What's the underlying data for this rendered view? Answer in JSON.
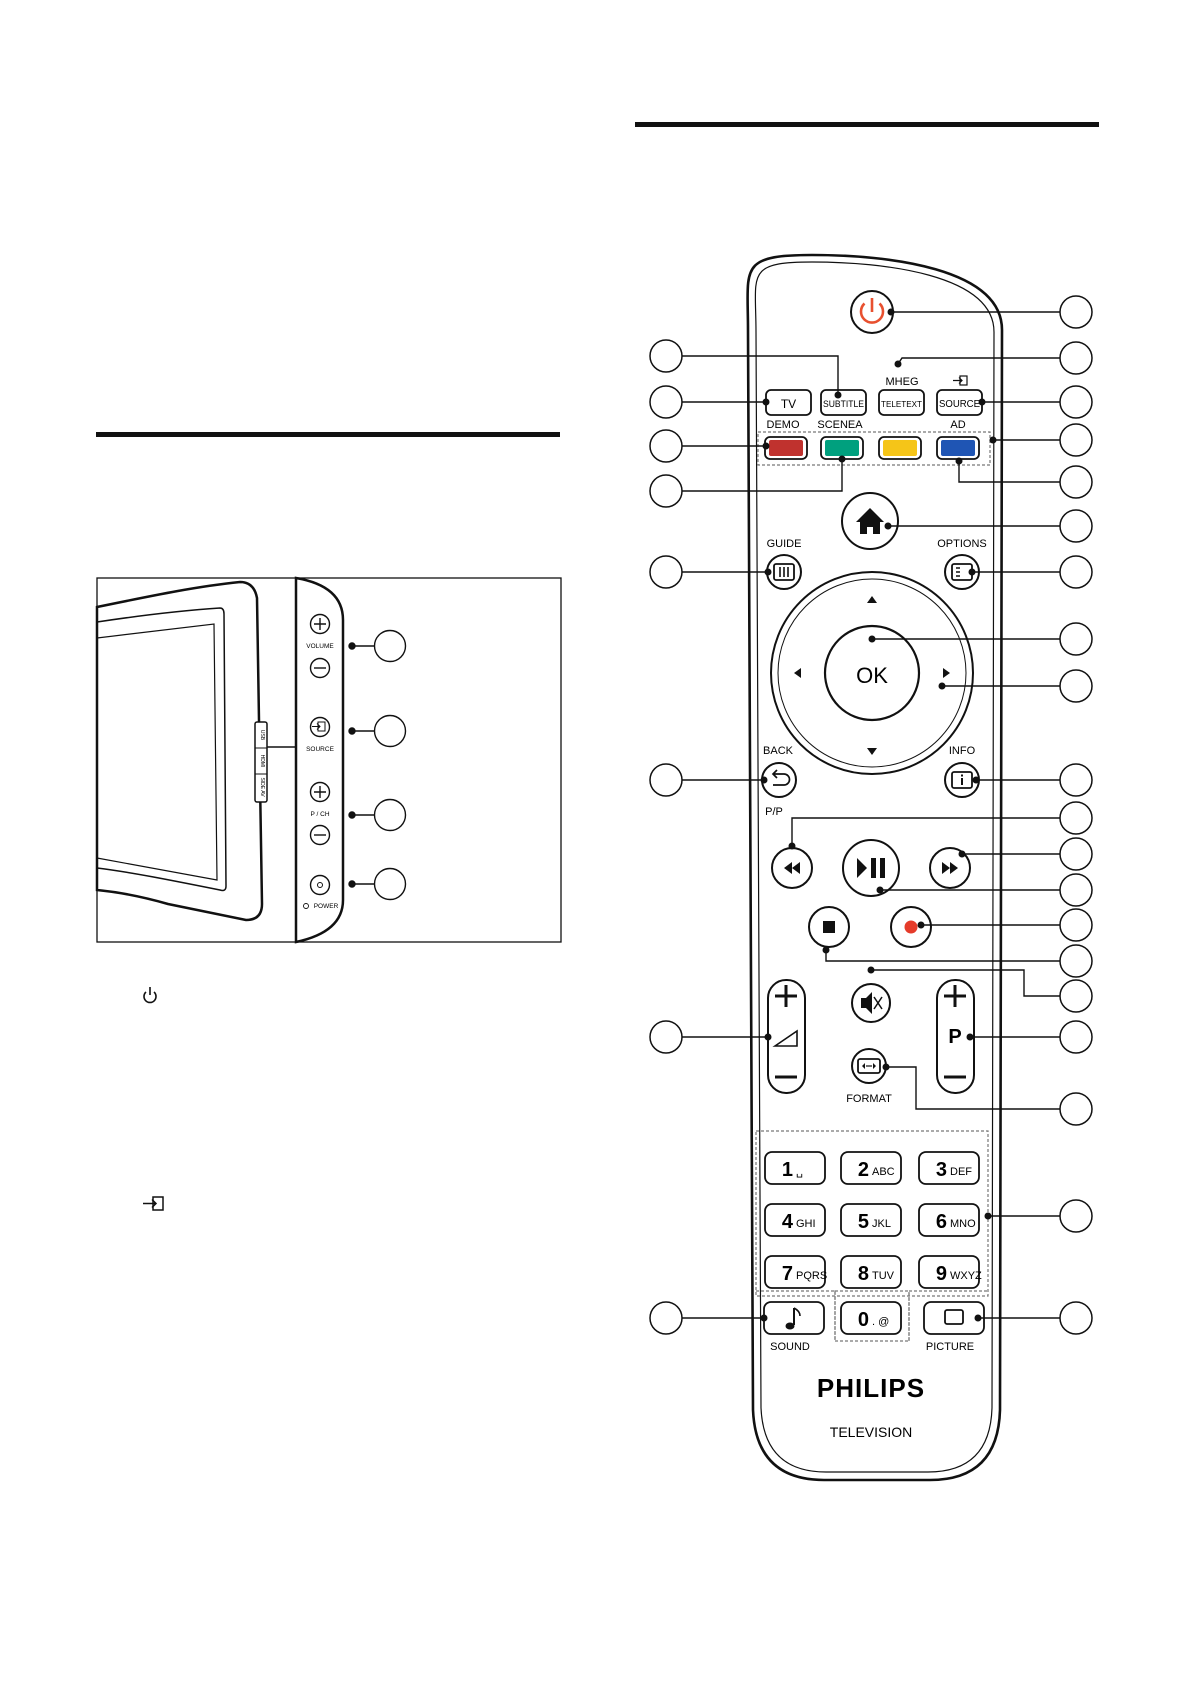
{
  "side_panel": {
    "labels": {
      "volume": "VOLUME",
      "source": "SOURCE",
      "program": "P / CH",
      "power": "POWER"
    },
    "side_jacks": [
      "USB",
      "HDMI",
      "SIDE AV"
    ]
  },
  "remote": {
    "buttons": {
      "tv": "TV",
      "subtitle": "SUBTITLE",
      "teletext": "TELETEXT",
      "source": "SOURCE",
      "ok": "OK",
      "p": "P"
    },
    "labels": {
      "mheg": "MHEG",
      "demo": "DEMO",
      "scenea": "SCENEA",
      "ad": "AD",
      "guide": "GUIDE",
      "options": "OPTIONS",
      "back": "BACK",
      "pp": "P/P",
      "info": "INFO",
      "format": "FORMAT",
      "sound": "SOUND",
      "picture": "PICTURE"
    },
    "keypad": [
      {
        "digit": "1",
        "letters": "␣"
      },
      {
        "digit": "2",
        "letters": "ABC"
      },
      {
        "digit": "3",
        "letters": "DEF"
      },
      {
        "digit": "4",
        "letters": "GHI"
      },
      {
        "digit": "5",
        "letters": "JKL"
      },
      {
        "digit": "6",
        "letters": "MNO"
      },
      {
        "digit": "7",
        "letters": "PQRS"
      },
      {
        "digit": "8",
        "letters": "TUV"
      },
      {
        "digit": "9",
        "letters": "WXYZ"
      },
      {
        "digit": "0",
        "letters": ". @"
      }
    ],
    "brand": "PHILIPS",
    "subbrand": "TELEVISION",
    "colors": {
      "power": "#e8502f",
      "red": "#c0322e",
      "green": "#00a07e",
      "yellow": "#f5c518",
      "blue": "#1f55b4",
      "record": "#e53b2a"
    }
  }
}
